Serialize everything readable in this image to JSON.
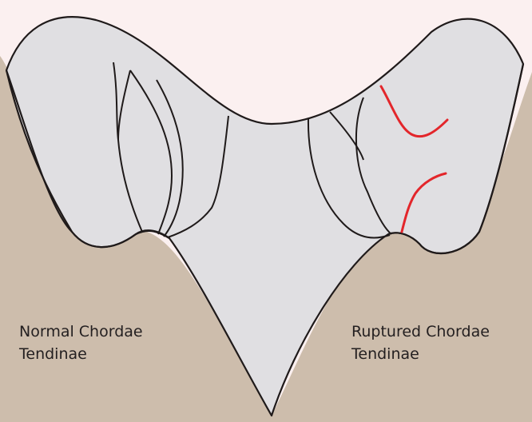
{
  "labels": {
    "left": {
      "line1": "Normal Chordae",
      "line2": "Tendinae"
    },
    "right": {
      "line1": "Ruptured Chordae",
      "line2": "Tendinae"
    }
  },
  "colors": {
    "background": "#fbf0f0",
    "muscle": "#cdbdac",
    "leaflet": "#e0dfe2",
    "outline": "#1f1a1a",
    "ruptured_chord": "#e3262b"
  }
}
